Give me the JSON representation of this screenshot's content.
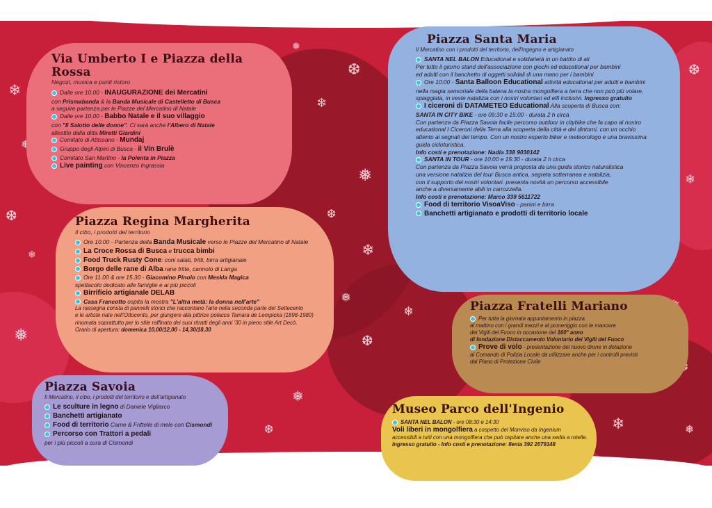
{
  "colors": {
    "background_red": "#c8203a",
    "blob_via_umberto": "#ea6f7a",
    "blob_regina": "#f2a083",
    "blob_savoia": "#a79bd4",
    "blob_santa_maria": "#93b2e0",
    "blob_fratelli": "#b98a52",
    "blob_museo": "#e9c44f",
    "bullet": "#36c7e6"
  },
  "via_umberto": {
    "title": "Via Umberto I e Piazza della Rossa",
    "subtitle": "Negozi, musica e punti ristoro",
    "items": [
      {
        "a": "Dalle ore 10.00 - ",
        "b": "INAUGURAZIONE dei Mercatini"
      },
      {
        "a": "con ",
        "b": "Prismabanda",
        "c": " & la ",
        "d": "Banda Musicale di Castelletto di Busca"
      },
      {
        "a": "a seguire partenza per le Piazze del Mercatino di Natale"
      },
      {
        "a": "Dalle ore 10.00 - ",
        "b": "Babbo Natale e il suo villaggio"
      },
      {
        "a": "con ",
        "b": "\"Il Salotto delle donne\"",
        "c": ". Ci sarà anche ",
        "d": "l'Albero di Natale"
      },
      {
        "a": "allestito dalla ditta ",
        "b": "Miretti Giardini"
      },
      {
        "a": "Comitato di Attissano - ",
        "b": "Mundaj"
      },
      {
        "a": "Gruppo degli Alpini di Busca - ",
        "b": "il Vin Brulè"
      },
      {
        "a": "Comitato San Martino - ",
        "b": "la Polenta in Piazza"
      },
      {
        "a": "Live painting",
        "b": " con Vincenzo Ingrassia"
      }
    ]
  },
  "regina": {
    "title": "Piazza Regina Margherita",
    "subtitle": "Il cibo, i prodotti del territorio",
    "items": [
      {
        "a": "Ore 10.00 - Partenza della ",
        "b": "Banda Musicale",
        "c": " verso le Piazze del Mercatino di Natale"
      },
      {
        "a": "La Croce Rossa di Busca",
        "b": " e ",
        "c": "trucca bimbi"
      },
      {
        "a": "Food Truck Rusty Cone",
        "b": ": coni salati, fritti, birra artigianale"
      },
      {
        "a": "Borgo delle rane di Alba",
        "b": " rane fritte, cannolo di Langa"
      },
      {
        "a": "Ore 11.00 & ore 15.30 - ",
        "b": "Giacomino Pinolo",
        "c": " con ",
        "d": "Meskla Magica"
      },
      {
        "a": "spettacolo dedicato alle famiglie e ai più piccoli"
      },
      {
        "a": "Birrificio artigianale DELAB"
      },
      {
        "a": "Casa Francotto",
        "b": " ospita la mostra ",
        "c": "\"L'altra metà: la donna nell'arte\""
      },
      {
        "a": "La rassegna consta di pannelli storici che raccontano l'arte nella seconda parte del Settecento"
      },
      {
        "a": "e le artiste nate nell'Ottocento, per giungere alla pittrice polacca Tamara de Lempicka (1898-1980)"
      },
      {
        "a": "rinomata soprattutto per lo stile raffinato dei suoi ritratti degli anni '30 in pieno stile Art Decò."
      },
      {
        "a": "Orario di apertura: ",
        "b": "domenica 10,00/12,00 - 14,30/18,30"
      }
    ]
  },
  "savoia": {
    "title": "Piazza Savoia",
    "subtitle": "Il Mercatino, il cibo, i prodotti del territorio e dell'artigianato",
    "items": [
      {
        "a": "Le sculture in legno",
        "b": " di Daniele Vigliarco"
      },
      {
        "a": "Banchetti artigianato"
      },
      {
        "a": "Food di territorio",
        "b": " Carne & Frittelle di mele con ",
        "c": "Cismondi"
      },
      {
        "a": "Percorso con Trattori a pedali"
      },
      {
        "a": "per i più piccoli a cura di Cismondi"
      }
    ]
  },
  "santa_maria": {
    "title": "Piazza Santa Maria",
    "subtitle": "Il Mercatino con i prodotti del territorio, dell'ingegno e artigianato",
    "items": [
      {
        "a": "SANTA NEL BALON",
        "b": " Educational e solidarietà in un battito di ali"
      },
      {
        "a": "Per tutto il giorno stand dell'associazione con giochi ed educational per bambini"
      },
      {
        "a": "ed adulti con il banchetto di oggetti solidali di una mano per i bambini"
      },
      {
        "a": "Ore 10:00 - ",
        "b": "Santa Balloon Educational",
        "c": " attività educational per adulti e bambini"
      },
      {
        "a": "nella magia sensoriale della balena la nostra mongolfiera a terra che non può più volare,"
      },
      {
        "a": "spiaggiata, in veste natalizia con i nostri volontari ed elfi inclusivi. ",
        "b": "Ingresso gratuito"
      },
      {
        "a": "I ciceroni di DATAMETEO Educational",
        "b": " Alla scoperta di Busca con:"
      },
      {
        "a": "SANTA IN CITY BIKE",
        "b": " - ore 09:30 e 15:00 - durata 2 h circa"
      },
      {
        "a": "Con partenza da Piazza Savoia facile percorso outdoor in citybike che fa capo al nostro"
      },
      {
        "a": "educational I Ciceroni della Terra alla scoperta della città e dei dintorni, con un occhio"
      },
      {
        "a": "attento ai segnali del tempo. Con un nostro esperto biker e meteorologo e una bravissima"
      },
      {
        "a": "guida cicloturistica."
      },
      {
        "a": "Info costi e prenotazione: Nadia 338 9030142"
      },
      {
        "a": "SANTA IN TOUR",
        "b": " - ore 10:00 e 15:30 - durata 2 h circa"
      },
      {
        "a": "Con partenza da Piazza Savoia verrà proposta da una guida storico naturalistica"
      },
      {
        "a": "una versione natalizia del tour Busca antica, segreta sotterranea e natalizia,"
      },
      {
        "a": "con il supporto dei nostri volontari. presenta novità un percorso accessibile"
      },
      {
        "a": "anche a diversamente abili in carrozzella."
      },
      {
        "a": "Info costi e prenotazione: Marco 339 5611722"
      },
      {
        "a": "Food di territorio VisoaViso",
        "b": " - panini e birra"
      },
      {
        "a": "Banchetti artigianato e prodotti di territorio locale"
      }
    ]
  },
  "fratelli": {
    "title": "Piazza Fratelli Mariano",
    "items": [
      {
        "a": "Per tutta la giornata appuntamento in piazza"
      },
      {
        "a": "al mattino con i grandi mezzi e al pomeriggio con le manovre"
      },
      {
        "a": "dei Vigili del Fuoco in occasione del ",
        "b": "160° anno"
      },
      {
        "a": "di fondazione Distaccamento Volontario dei Vigili del Fuoco"
      },
      {
        "a": "Prove di volo",
        "b": " - presentazione del nuovo drone in dotazione"
      },
      {
        "a": "al Comando di Polizia Locale da utilizzare anche per i controlli previsti"
      },
      {
        "a": "dal Piano di Protezione Civile"
      }
    ]
  },
  "museo": {
    "title": "Museo Parco dell'Ingenio",
    "items": [
      {
        "a": "SANTA NEL BALON",
        "b": " - ore 08:30 e 14:30"
      },
      {
        "a": "Voli liberi in mongolfiera",
        "b": " a cospetto del Monviso da Ingenium"
      },
      {
        "a": "accessibili a tutti con una mongolfiera che può ospitare anche una sedia a rotelle."
      },
      {
        "a": "Ingresso gratuito - Info costi e prenotazione: Ilenia 392 2079148"
      }
    ]
  }
}
